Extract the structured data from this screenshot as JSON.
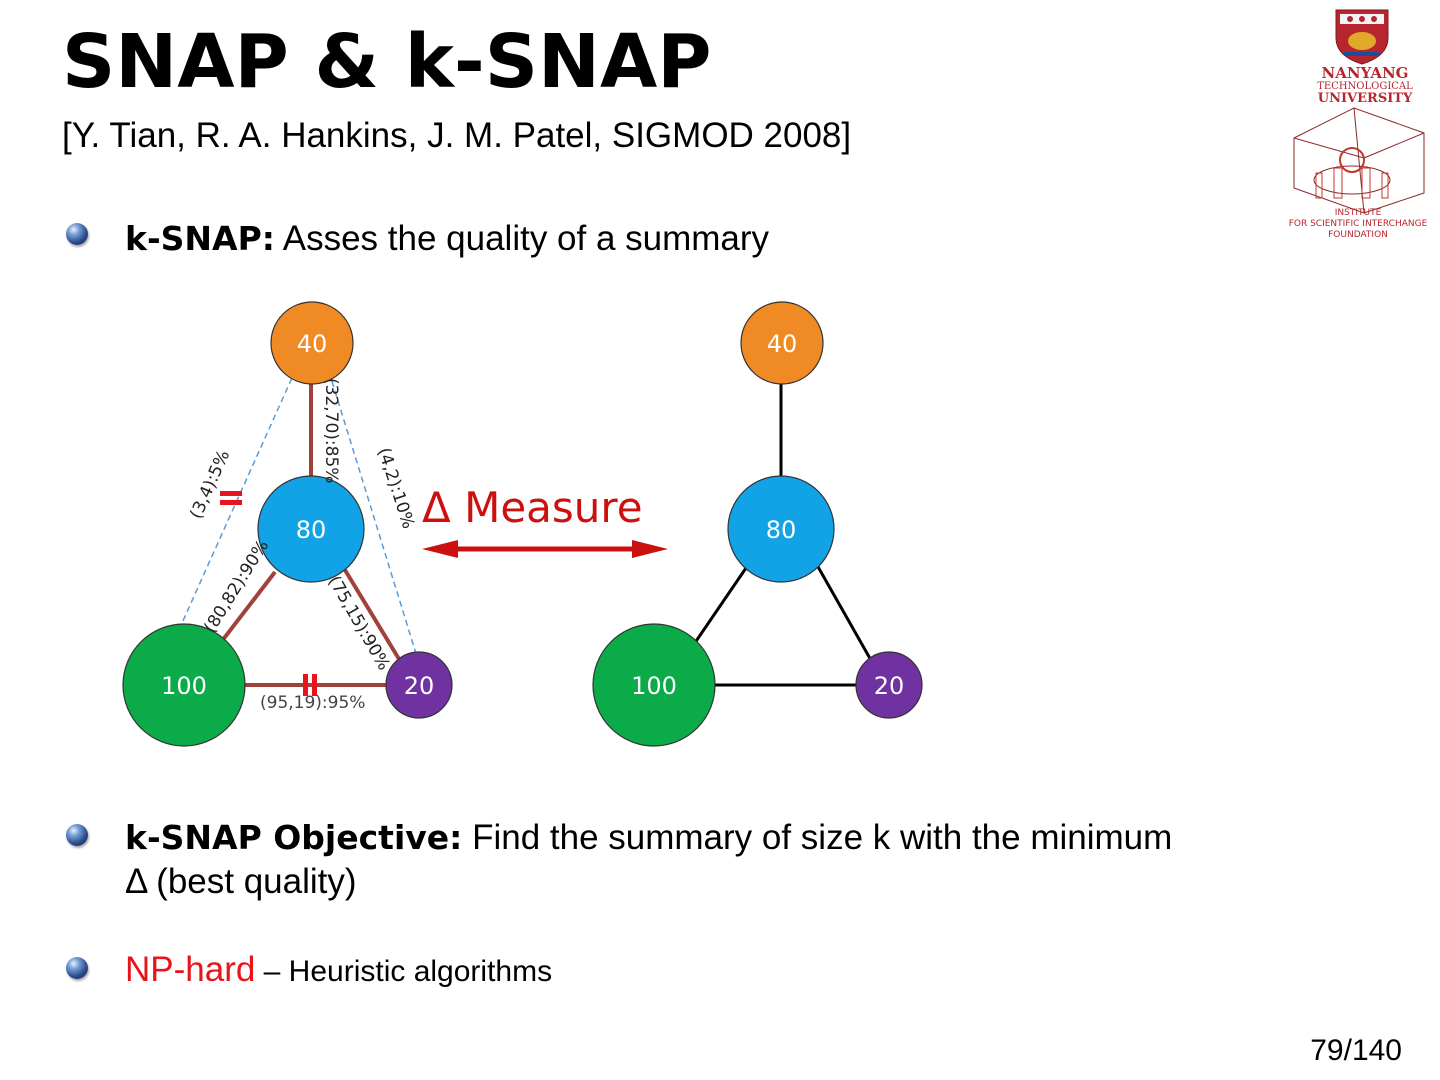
{
  "slide": {
    "title": "SNAP & k-SNAP",
    "citation": "[Y. Tian, R. A. Hankins, J. M. Patel, SIGMOD 2008]",
    "page": "79/140"
  },
  "bullets": [
    {
      "keyword": "k-SNAP:",
      "text": " Asses the quality of a summary"
    },
    {
      "keyword": "k-SNAP Objective:",
      "text": " Find the summary of size k with the minimum",
      "text2": "Δ (best quality)"
    },
    {
      "keyword": "NP-hard",
      "text": " – Heuristic algorithms"
    }
  ],
  "diagram": {
    "measure_label": "Δ Measure",
    "left_graph": {
      "nodes": [
        "40",
        "80",
        "100",
        "20"
      ],
      "edge_labels": {
        "e40_80": "(32,70):85%",
        "e40_100": "(3,4):5%",
        "e40_20": "(4,2):10%",
        "e80_100": "(80,82):90%",
        "e80_20": "(75,15):90%",
        "e100_20": "(95,19):95%"
      }
    },
    "right_graph": {
      "nodes": [
        "40",
        "80",
        "100",
        "20"
      ]
    },
    "colors": {
      "node_40": "#f08a24",
      "node_80": "#12a3e6",
      "node_100": "#0aab48",
      "node_20": "#7032a0",
      "summary_edge": "#a0413a",
      "dashed_edge": "#5b9bd5",
      "cut_mark": "#e8141b",
      "arrow": "#cc1010"
    }
  },
  "logo": {
    "university": [
      "NANYANG",
      "TECHNOLOGICAL",
      "UNIVERSITY"
    ],
    "institute": [
      "INSTITUTE",
      "FOR SCIENTIFIC INTERCHANGE",
      "FOUNDATION"
    ]
  }
}
